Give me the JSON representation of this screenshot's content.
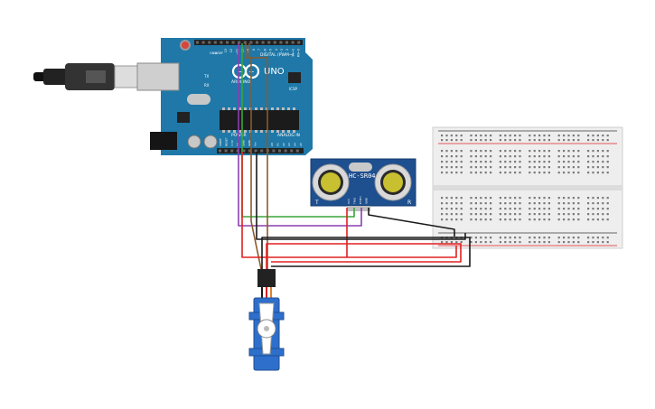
{
  "arduino": {
    "model": "UNO",
    "brand": "ARDUINO",
    "digital_header": "DIGITAL (PWM~)",
    "power_label": "POWER",
    "analog_label": "ANALOG IN",
    "tx": "TX",
    "rx": "RX",
    "icsp": "ICSP",
    "aref": "AREF",
    "gnd": "GND",
    "power_pins": [
      "IOREF",
      "RESET",
      "3.3V",
      "5V",
      "GND",
      "GND",
      "Vin"
    ],
    "analog_pins": [
      "A0",
      "A1",
      "A2",
      "A3",
      "A4",
      "A5"
    ],
    "digital_pins": [
      "13",
      "12",
      "~11",
      "~10",
      "~9",
      "8",
      "7",
      "~6",
      "~5",
      "4",
      "~3",
      "2",
      "TX→1",
      "RX←0"
    ]
  },
  "sensor": {
    "model": "HC-SR04",
    "left_mark": "T",
    "right_mark": "R",
    "pins": [
      "VCC",
      "TRIG",
      "ECHO",
      "GND"
    ]
  },
  "colors": {
    "board": "#1f78a8",
    "board_dark": "#16618a",
    "wire_red": "#e02020",
    "wire_black": "#1a1a1a",
    "wire_green": "#3aa63a",
    "wire_purple": "#8a3fb0",
    "wire_brown": "#8b5a2b",
    "servo_blue": "#2d6fcb",
    "breadboard": "#eeeeee"
  }
}
